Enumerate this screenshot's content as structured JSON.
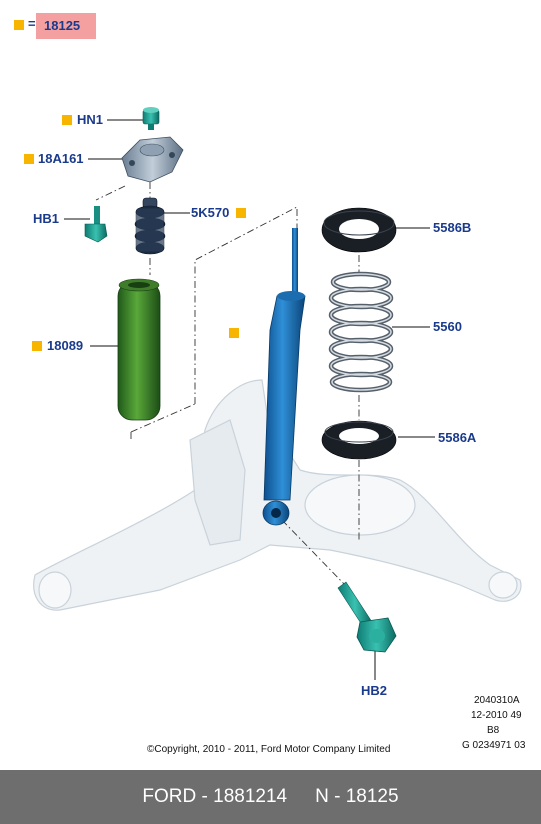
{
  "legend": {
    "equals": "=",
    "part": "18125"
  },
  "labels": {
    "hn1": "HN1",
    "a161": "18A161",
    "hb1": "HB1",
    "k570": "5K570",
    "n18089": "18089",
    "b5586": "5586B",
    "n5560": "5560",
    "a5586": "5586A",
    "hb2": "HB2"
  },
  "ref": {
    "line1": "2040310A",
    "line2": "12-2010 49",
    "line3": "B8",
    "line4": "G 0234971 03"
  },
  "copyright": "©Copyright, 2010 - 2011, Ford Motor Company Limited",
  "footer": {
    "left": "FORD - 1881214",
    "right": "N - 18125"
  },
  "colors": {
    "marker": "#f7b500",
    "label": "#1a3a8c",
    "highlight": "#f4a0a0",
    "footer_bg": "#6e6e6e"
  }
}
